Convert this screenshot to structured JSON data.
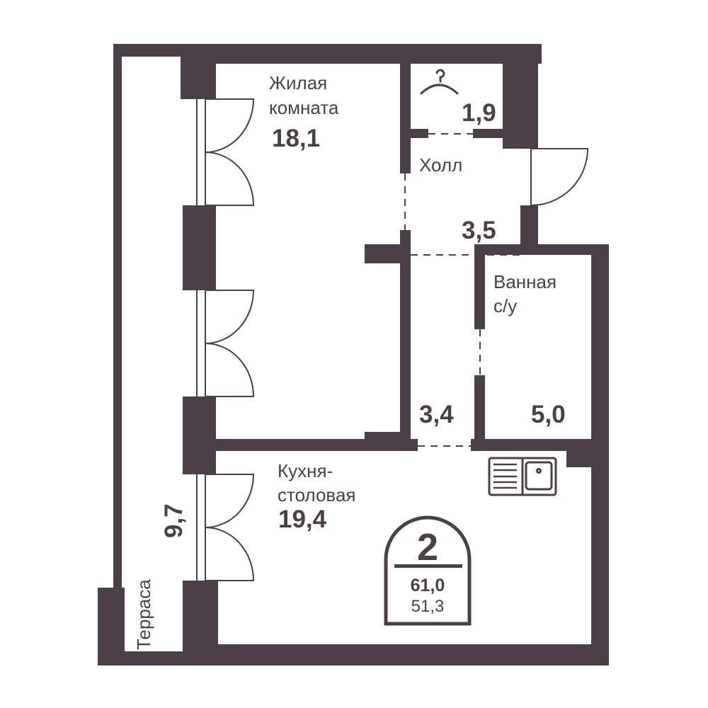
{
  "colors": {
    "wall": "#4b3f48",
    "background": "#ffffff"
  },
  "rooms": {
    "living": {
      "name_line1": "Жилая",
      "name_line2": "комната",
      "area": "18,1"
    },
    "wardrobe": {
      "icon": "hanger-icon",
      "area": "1,9"
    },
    "hall": {
      "name": "Холл",
      "area": "3,5"
    },
    "corridor": {
      "area": "3,4"
    },
    "bathroom": {
      "name_line1": "Ванная",
      "name_line2": "с/у",
      "area": "5,0"
    },
    "kitchen": {
      "name_line1": "Кухня-",
      "name_line2": "столовая",
      "area": "19,4"
    },
    "terrace": {
      "name": "Терраса",
      "area": "9,7"
    }
  },
  "badge": {
    "rooms": "2",
    "total_area": "61,0",
    "living_area": "51,3"
  }
}
